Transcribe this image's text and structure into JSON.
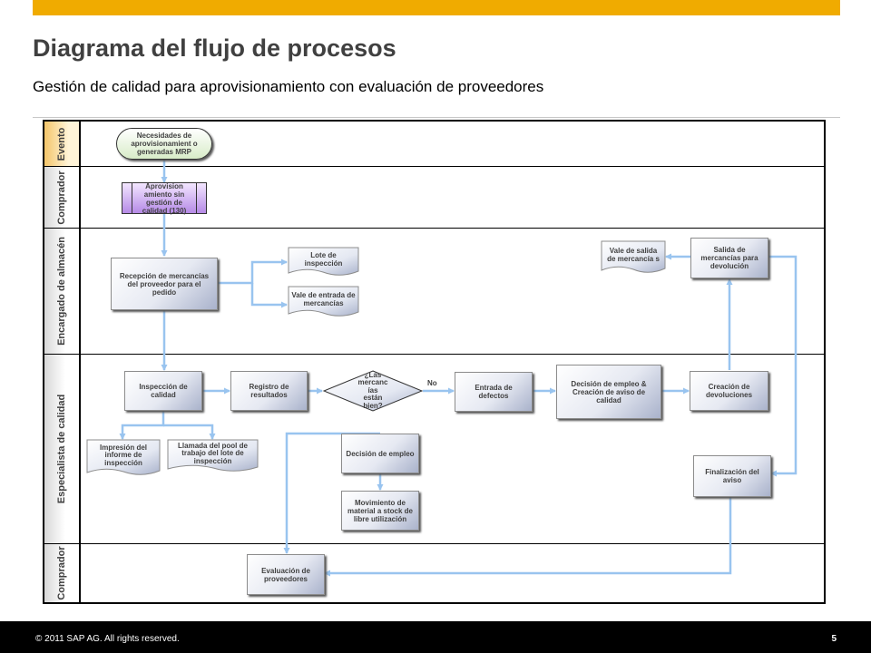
{
  "header": {
    "title": "Diagrama del flujo de procesos",
    "subtitle": "Gestión de calidad para aprovisionamiento con evaluación de proveedores"
  },
  "lanes": [
    {
      "label": "Evento"
    },
    {
      "label": "Comprador"
    },
    {
      "label": "Encargado de almacén"
    },
    {
      "label": "Especialista de calidad"
    },
    {
      "label": "Comprador"
    }
  ],
  "nodes": {
    "necesidades": "Necesidades de aprovisionamient o generadas MRP",
    "aprovisionamiento": "Aprovision amiento sin gestión de calidad (130)",
    "recepcion": "Recepción de mercancías del proveedor para el pedido",
    "lote": "Lote de inspección",
    "vale_entrada": "Vale de entrada de mercancías",
    "vale_salida": "Vale de salida de mercancía s",
    "salida_devolucion": "Salida de mercancías para devolución",
    "inspeccion": "Inspección de calidad",
    "registro": "Registro de resultados",
    "pregunta": "¿Las mercanc ías están bien?",
    "no_label": "No",
    "entrada_defectos": "Entrada de defectos",
    "decision_aviso": "Decisión de empleo & Creación de aviso de calidad",
    "creacion_devoluciones": "Creación de devoluciones",
    "impresion": "Impresión del informe de inspección",
    "llamada": "Llamada del pool de trabajo del lote de inspección",
    "decision_empleo": "Decisión de empleo",
    "movimiento": "Movimiento de material a stock de libre utilización",
    "finalizacion": "Finalización del aviso",
    "evaluacion": "Evaluación de proveedores"
  },
  "colors": {
    "accent": "#f0ab00",
    "arrow": "#99c4ef"
  },
  "footer": {
    "copyright": "© 2011 SAP AG. All rights reserved.",
    "page_number": "5"
  }
}
